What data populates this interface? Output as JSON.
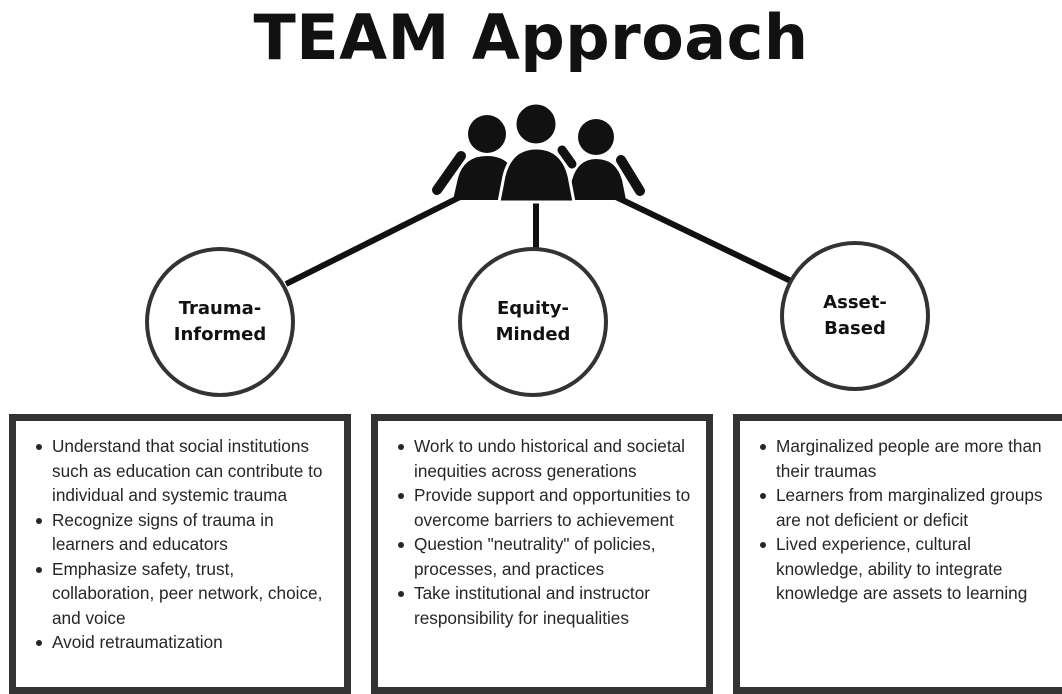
{
  "title": "TEAM Approach",
  "icon": "group-of-people-icon",
  "colors": {
    "ink": "#111111",
    "border": "#333333",
    "background": "#ffffff"
  },
  "pillars": [
    {
      "label_line1": "Trauma-",
      "label_line2": "Informed",
      "bullets": [
        "Understand that social institutions such as education can contribute to individual and systemic trauma",
        "Recognize signs of trauma in learners and educators",
        "Emphasize safety, trust, collaboration, peer network, choice, and voice",
        "Avoid retraumatization"
      ]
    },
    {
      "label_line1": "Equity-",
      "label_line2": "Minded",
      "bullets": [
        "Work to undo historical and societal inequities across generations",
        "Provide support and opportunities to overcome barriers to achievement",
        "Question \"neutrality\" of policies, processes, and practices",
        "Take institutional and instructor responsibility for inequalities"
      ]
    },
    {
      "label_line1": "Asset-",
      "label_line2": "Based",
      "bullets": [
        "Marginalized people are more than their traumas",
        "Learners from marginalized groups are not deficient or deficit",
        "Lived experience, cultural knowledge, ability to integrate knowledge are assets to learning"
      ]
    }
  ]
}
